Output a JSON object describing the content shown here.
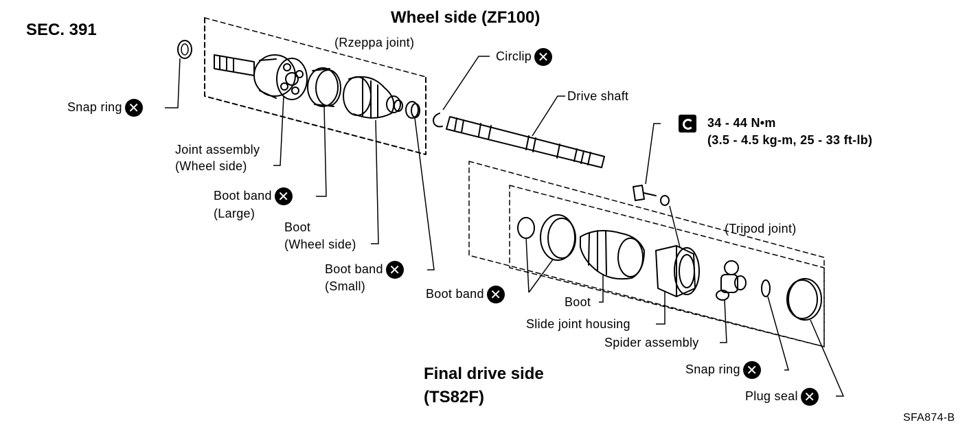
{
  "section": "SEC. 391",
  "wheel_side_title": "Wheel side (ZF100)",
  "rzeppa": "(Rzeppa joint)",
  "tripod": "(Tripod joint)",
  "final_drive_title_1": "Final drive side",
  "final_drive_title_2": "(TS82F)",
  "figure_code": "SFA874-B",
  "torque": {
    "line1": "34 - 44 N•m",
    "line2": "(3.5 - 4.5 kg-m, 25 - 33 ft-lb)",
    "icon": "torque-wrench-icon"
  },
  "replace_mark": "replace-part-icon",
  "labels": {
    "snap_ring_left": "Snap ring",
    "joint_assembly_1": "Joint assembly",
    "joint_assembly_2": "(Wheel side)",
    "boot_band_large_1": "Boot band",
    "boot_band_large_2": "(Large)",
    "boot_wheel_1": "Boot",
    "boot_wheel_2": "(Wheel side)",
    "boot_band_small_1": "Boot band",
    "boot_band_small_2": "(Small)",
    "circlip": "Circlip",
    "drive_shaft": "Drive shaft",
    "boot_band_final": "Boot band",
    "boot_final": "Boot",
    "slide_joint_housing": "Slide joint housing",
    "spider_assembly": "Spider assembly",
    "snap_ring_right": "Snap ring",
    "plug_seal": "Plug seal"
  }
}
